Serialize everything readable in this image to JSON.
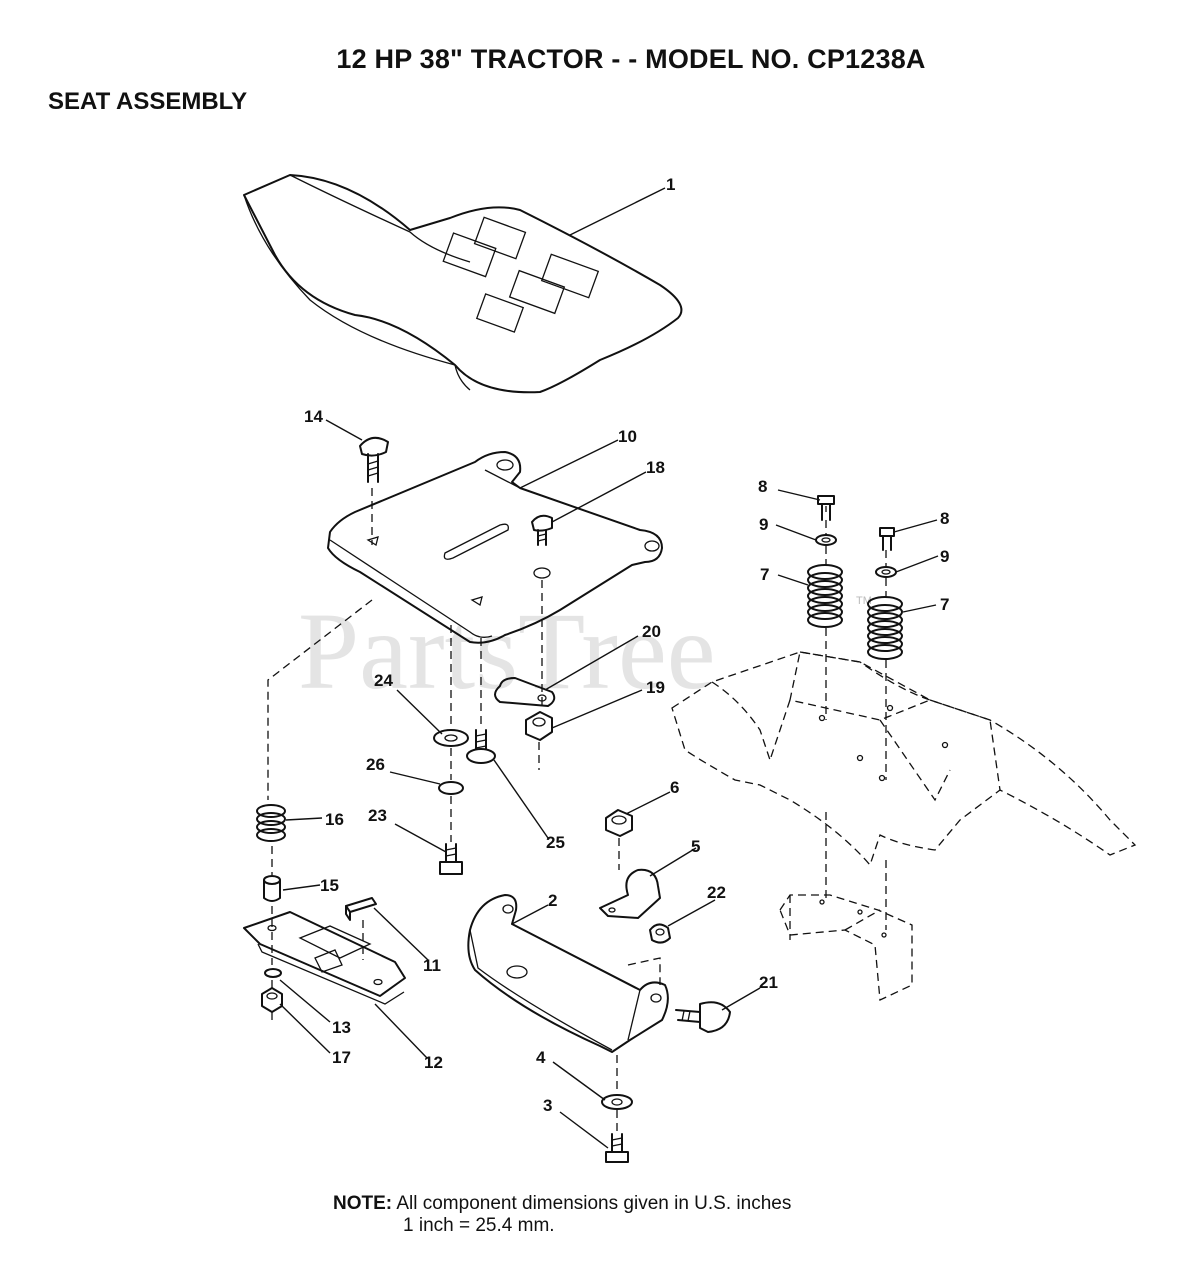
{
  "header": {
    "title": "12 HP 38\" TRACTOR - - MODEL NO. CP1238A",
    "section": "SEAT ASSEMBLY"
  },
  "watermark": {
    "text": "PartsTree",
    "tm": "TM"
  },
  "note": {
    "label": "NOTE:",
    "line1": "All component dimensions given in U.S. inches",
    "line2": "1 inch = 25.4 mm."
  },
  "callouts": {
    "c1": "1",
    "c2": "2",
    "c3": "3",
    "c4": "4",
    "c5": "5",
    "c6": "6",
    "c7a": "7",
    "c7b": "7",
    "c8a": "8",
    "c8b": "8",
    "c9a": "9",
    "c9b": "9",
    "c10": "10",
    "c11": "11",
    "c12": "12",
    "c13": "13",
    "c14": "14",
    "c15": "15",
    "c16": "16",
    "c17": "17",
    "c18": "18",
    "c19": "19",
    "c20": "20",
    "c21": "21",
    "c22": "22",
    "c23": "23",
    "c24": "24",
    "c25": "25",
    "c26": "26"
  },
  "colors": {
    "ink": "#111111",
    "watermark": "#cfcfcf",
    "background": "#ffffff"
  }
}
